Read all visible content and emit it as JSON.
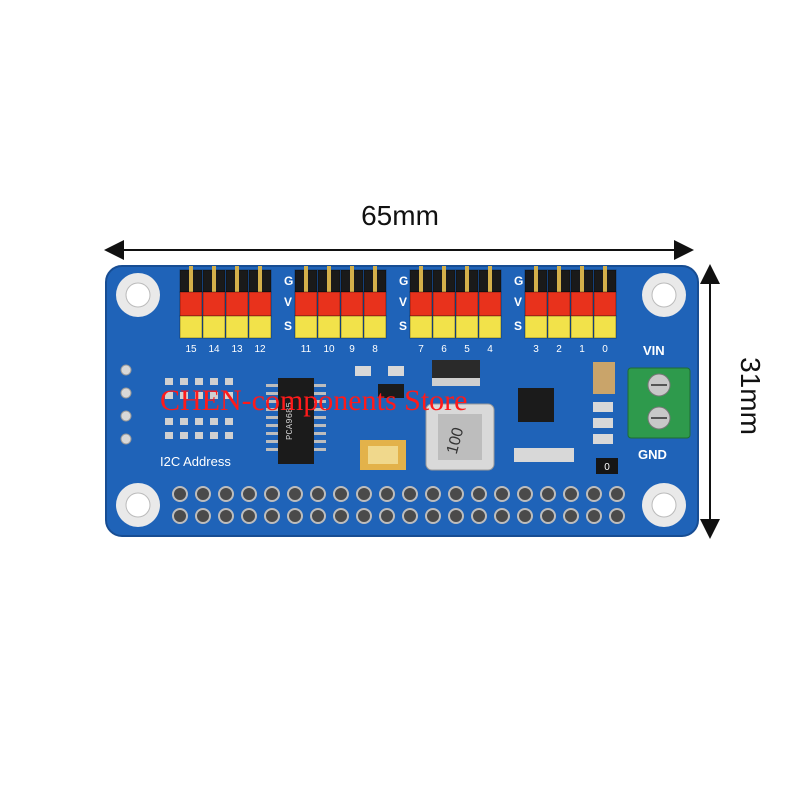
{
  "dimensions": {
    "width_label": "65mm",
    "height_label": "31mm"
  },
  "board": {
    "pin_header_groups": [
      {
        "channels": [
          "15",
          "14",
          "13",
          "12"
        ]
      },
      {
        "channels": [
          "11",
          "10",
          "9",
          "8"
        ]
      },
      {
        "channels": [
          "7",
          "6",
          "5",
          "4"
        ]
      },
      {
        "channels": [
          "3",
          "2",
          "1",
          "0"
        ]
      }
    ],
    "row_labels": {
      "ground": "G",
      "voltage": "V",
      "signal": "S"
    },
    "power_terminal": {
      "vin_label": "VIN",
      "gnd_label": "GND"
    },
    "i2c_label": "I2C Address",
    "inductor_marking": "100",
    "smd_marking": "0",
    "chip_marking": "PCA9685"
  },
  "watermark": "CHEN-components Store",
  "colors": {
    "board_blue": "#1f63b8",
    "header_black": "#1a1a1a",
    "header_red": "#e8321c",
    "header_yellow": "#f2e24a",
    "terminal_green": "#2e9a4c",
    "watermark_red": "#ff1a1a"
  }
}
